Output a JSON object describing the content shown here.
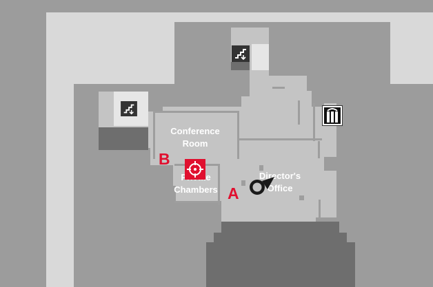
{
  "rooms": {
    "conference": "Conference\nRoom",
    "private_chambers": "Private\nChambers",
    "directors_office": "Director's\nOffice"
  },
  "markers": {
    "a": "A",
    "b": "B"
  },
  "icons": {
    "stairs_down": "stairs-down-icon",
    "elevator": "elevator-icon",
    "target": "target-icon",
    "player": "player-location-icon"
  },
  "colors": {
    "background": "#9c9c9c",
    "outer_wall": "#d9d9d9",
    "building_base": "#888888",
    "room_floor": "#c4c4c4",
    "lower_floor": "#6e6e6e",
    "marker": "#e0102f",
    "icon_dark": "#333333",
    "icon_light": "#ffffff"
  }
}
